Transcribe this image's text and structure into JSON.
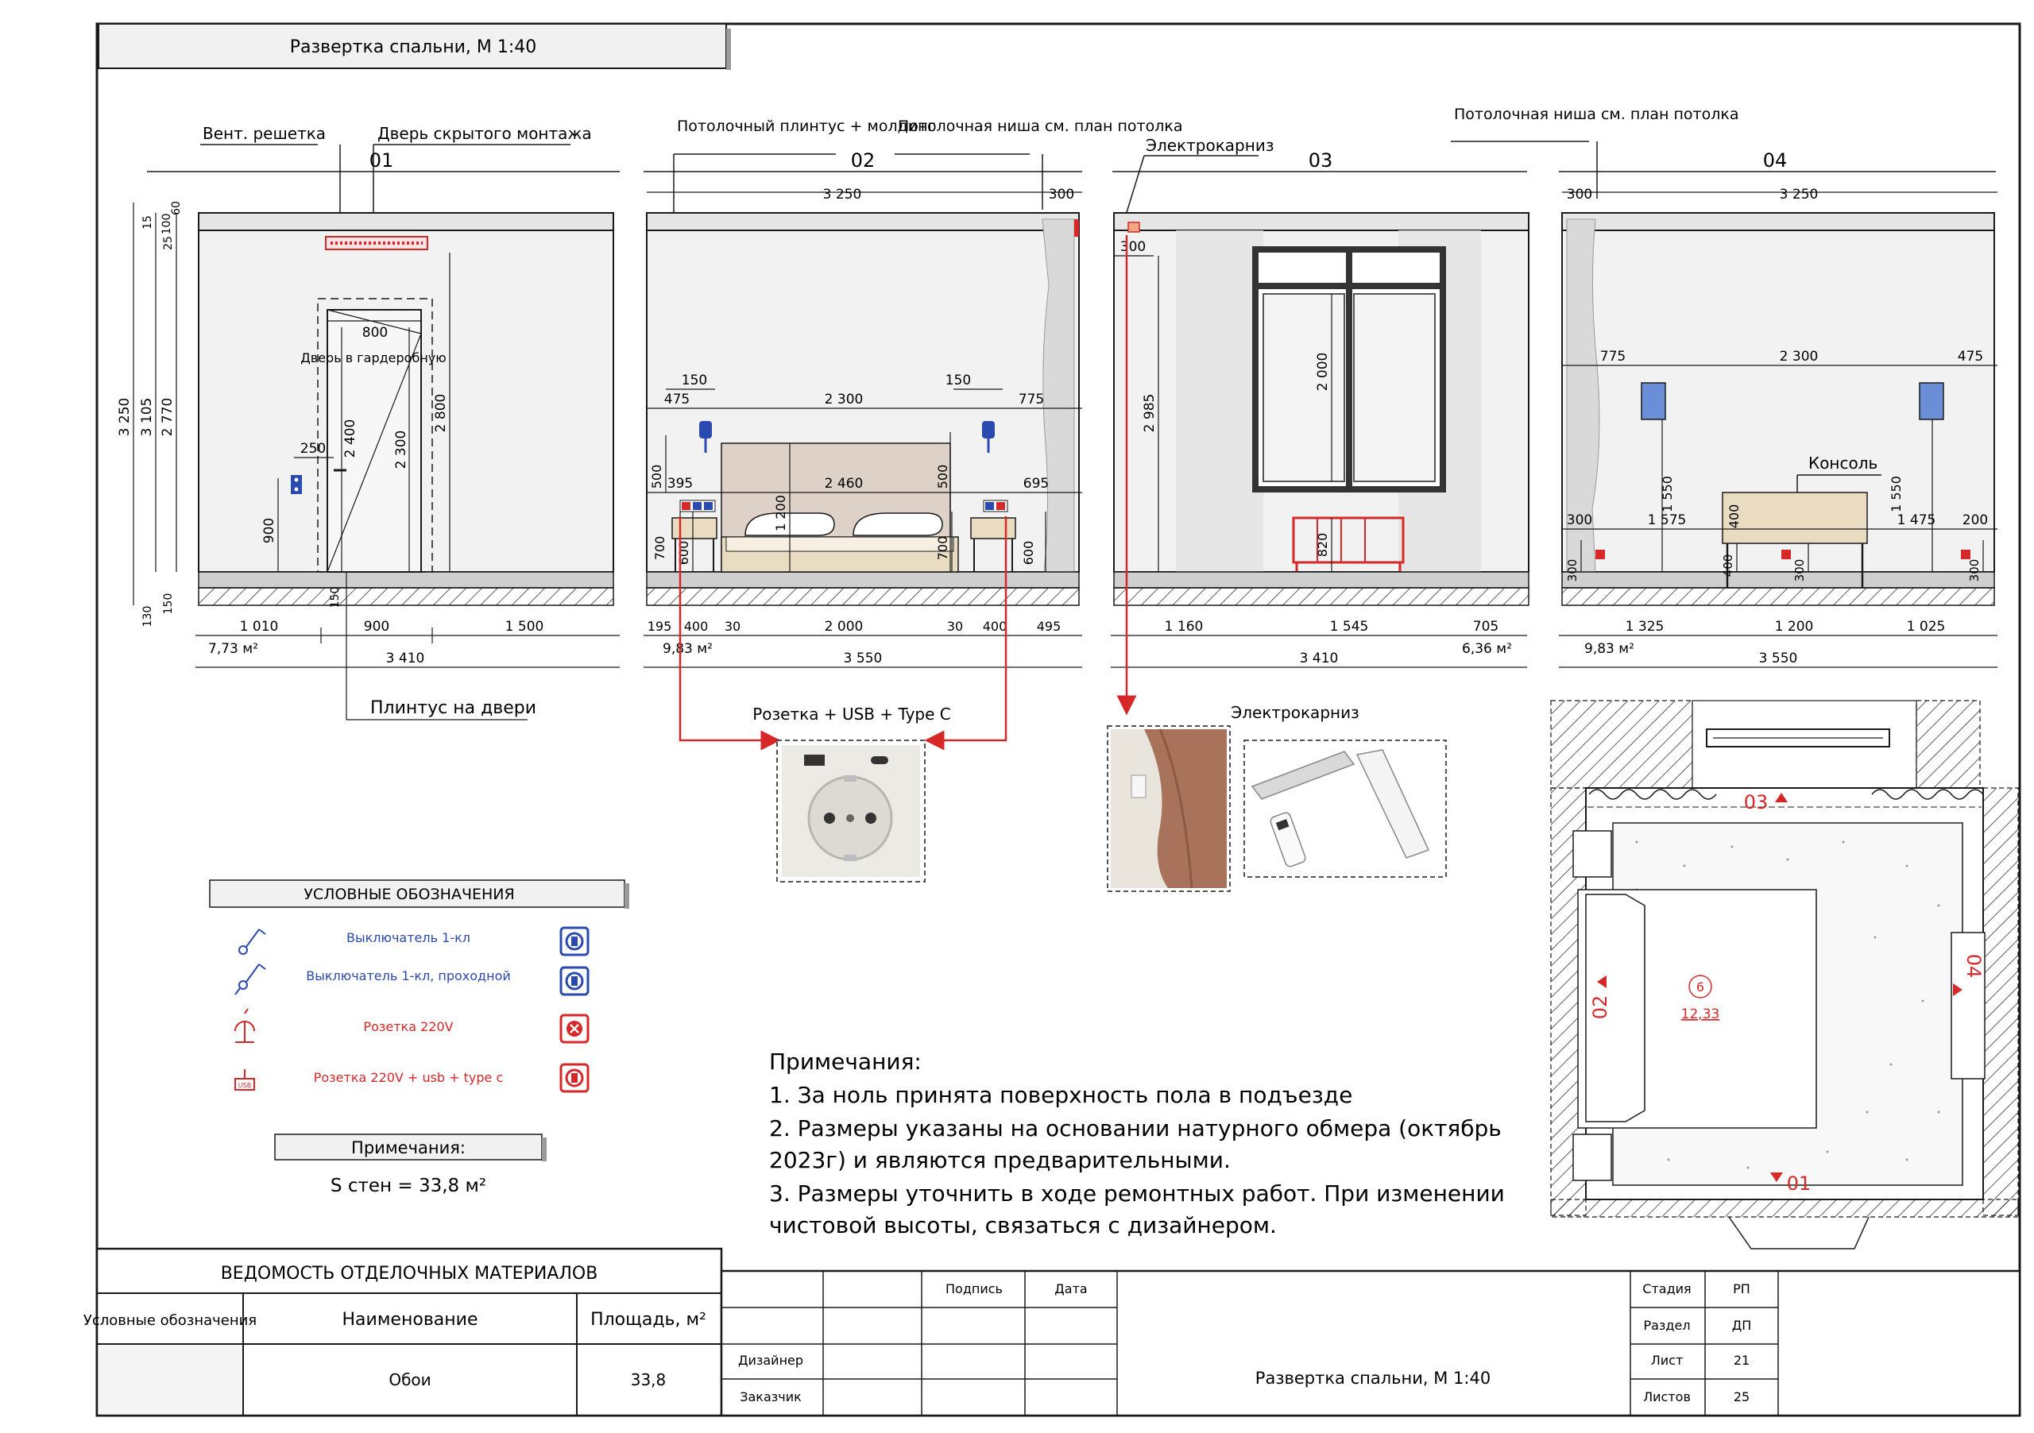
{
  "sheet_title": "Развертка спальни, М 1:40",
  "colors": {
    "ink": "#1a1a1a",
    "red": "#d62828",
    "blue": "#2a4ab0",
    "wall_fill": "#f2f2f2",
    "floor_fill": "#cfcfcf",
    "bed_fill": "#eadcc1",
    "headboard_fill": "#ddd1c8",
    "curtain_fill": "#d9d9d9",
    "light_blue": "#6b8fd6"
  },
  "elevations": {
    "e01": {
      "number": "01",
      "label_vent": "Вент. решетка",
      "label_door": "Дверь скрытого монтажа",
      "label_plinth": "Плинтус на двери",
      "door_label": "Дверь в гардеробную",
      "height_dims": [
        "3 250",
        "3 105",
        "2 770",
        "100",
        "60",
        "15",
        "25",
        "150",
        "130"
      ],
      "door_dims": [
        "800",
        "2 400",
        "2 300",
        "2 800",
        "250",
        "900",
        "150"
      ],
      "bottom_dims": [
        "1 010",
        "900",
        "1 500"
      ],
      "total": "3 410",
      "area": "7,73 м²"
    },
    "e02": {
      "number": "02",
      "label_plinth": "Потолочный плинтус + молдинг",
      "label_niche": "Потолочная ниша см. план потолка",
      "top_dims": [
        "3 250",
        "300"
      ],
      "mid_dims": [
        "150",
        "150",
        "475",
        "2 300",
        "775",
        "500",
        "500",
        "395",
        "2 460",
        "695",
        "1 200",
        "700",
        "600",
        "700",
        "600"
      ],
      "bottom_dims": [
        "195",
        "400",
        "30",
        "2 000",
        "30",
        "400",
        "495"
      ],
      "total": "3 550",
      "area": "9,83 м²"
    },
    "e03": {
      "number": "03",
      "label_cornice": "Электрокарниз",
      "dims": [
        "300",
        "2 985",
        "2 000",
        "820"
      ],
      "bottom_dims": [
        "1 160",
        "1 545",
        "705"
      ],
      "total": "3 410",
      "area": "6,36 м²"
    },
    "e04": {
      "number": "04",
      "label_niche": "Потолочная ниша см. план потолка",
      "label_console": "Консоль",
      "top_dims": [
        "300",
        "3 250"
      ],
      "mid_dims": [
        "775",
        "2 300",
        "475",
        "1 550",
        "1 550",
        "300",
        "1 575",
        "400",
        "1 475",
        "200",
        "300",
        "400",
        "300",
        "300"
      ],
      "bottom_dims": [
        "1 325",
        "1 200",
        "1 025"
      ],
      "total": "3 550",
      "area": "9,83 м²"
    }
  },
  "socket_callout": {
    "title": "Розетка + USB + Type C"
  },
  "cornice_callout": {
    "title": "Электрокарниз"
  },
  "legend": {
    "title": "УСЛОВНЫЕ ОБОЗНАЧЕНИЯ",
    "items": [
      {
        "label": "Выключатель 1-кл",
        "color": "#2a4ab0"
      },
      {
        "label": "Выключатель 1-кл, проходной",
        "color": "#2a4ab0"
      },
      {
        "label": "Розетка 220V",
        "color": "#d62828"
      },
      {
        "label": "Розетка 220V + usb + type c",
        "color": "#d62828"
      }
    ],
    "usb_tag": "USB"
  },
  "notes_box": {
    "title": "Примечания:",
    "walls_area": "S стен = 33,8 м²"
  },
  "notes": {
    "title": "Примечания:",
    "lines": [
      "1. За ноль принята поверхность пола в подъезде",
      "2. Размеры указаны на основании натурного обмера (октябрь",
      "2023г) и являются предварительными.",
      "3. Размеры уточнить в ходе ремонтных работ. При изменении",
      "чистовой высоты, связаться с дизайнером."
    ]
  },
  "plan": {
    "room_number": "6",
    "room_area": "12,33",
    "markers": [
      "03",
      "04",
      "02",
      "01"
    ]
  },
  "materials_table": {
    "title": "ВЕДОМОСТЬ ОТДЕЛОЧНЫХ МАТЕРИАЛОВ",
    "headers": [
      "Условные обозначения",
      "Наименование",
      "Площадь, м²"
    ],
    "rows": [
      {
        "name": "Обои",
        "area": "33,8"
      }
    ]
  },
  "title_block": {
    "sign_label": "Подпись",
    "date_label": "Дата",
    "designer_label": "Дизайнер",
    "customer_label": "Заказчик",
    "title": "Развертка спальни, М 1:40",
    "stage_label": "Стадия",
    "stage_value": "РП",
    "section_label": "Раздел",
    "section_value": "ДП",
    "sheet_label": "Лист",
    "sheet_value": "21",
    "sheets_label": "Листов",
    "sheets_value": "25"
  }
}
